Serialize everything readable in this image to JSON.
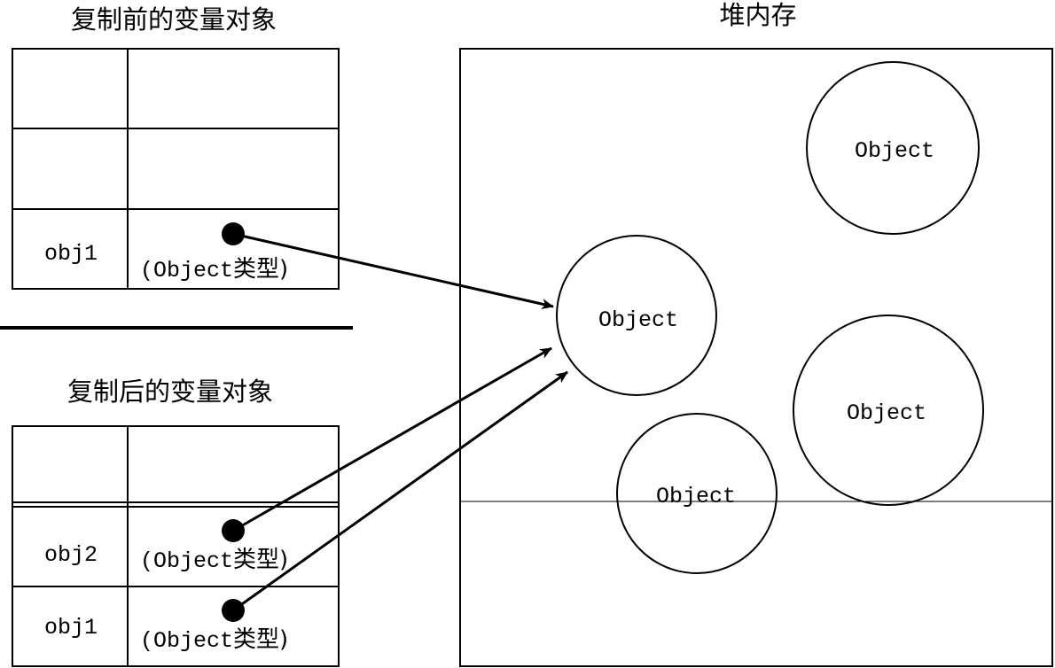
{
  "before": {
    "title": "复制前的变量对象",
    "rows": [
      {
        "name": "",
        "value_prefix": "",
        "value_suffix": ""
      },
      {
        "name": "",
        "value_prefix": "",
        "value_suffix": ""
      },
      {
        "name": "obj1",
        "value_prefix": "(Object",
        "value_suffix": "类型)"
      }
    ]
  },
  "after": {
    "title": "复制后的变量对象",
    "rows": [
      {
        "name": "",
        "value_prefix": "",
        "value_suffix": ""
      },
      {
        "name": "obj2",
        "value_prefix": "(Object",
        "value_suffix": "类型)"
      },
      {
        "name": "obj1",
        "value_prefix": "(Object",
        "value_suffix": "类型)"
      }
    ]
  },
  "heap": {
    "title": "堆内存",
    "objects": [
      {
        "label": "Object"
      },
      {
        "label": "Object"
      },
      {
        "label": "Object"
      },
      {
        "label": "Object"
      }
    ]
  }
}
